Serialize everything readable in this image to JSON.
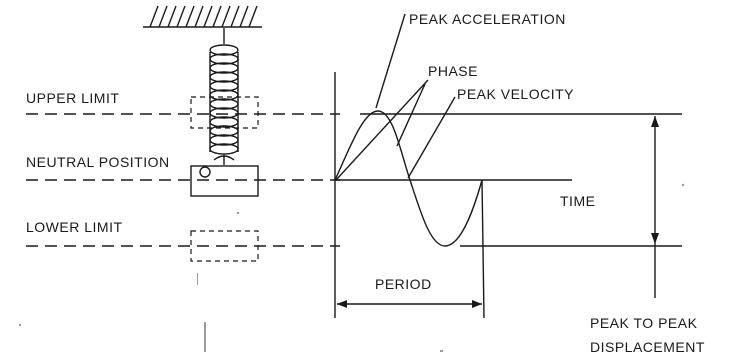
{
  "labels": {
    "peak_acceleration": "PEAK ACCELERATION",
    "phase": "PHASE",
    "peak_velocity": "PEAK VELOCITY",
    "upper_limit": "UPPER LIMIT",
    "neutral_position": "NEUTRAL POSITION",
    "lower_limit": "LOWER LIMIT",
    "time": "TIME",
    "period": "PERIOD",
    "peak_to_peak_line1": "PEAK TO PEAK",
    "peak_to_peak_line2": "DISPLACEMENT"
  },
  "colors": {
    "ink": "#1a1a1a",
    "background": "#ffffff"
  }
}
